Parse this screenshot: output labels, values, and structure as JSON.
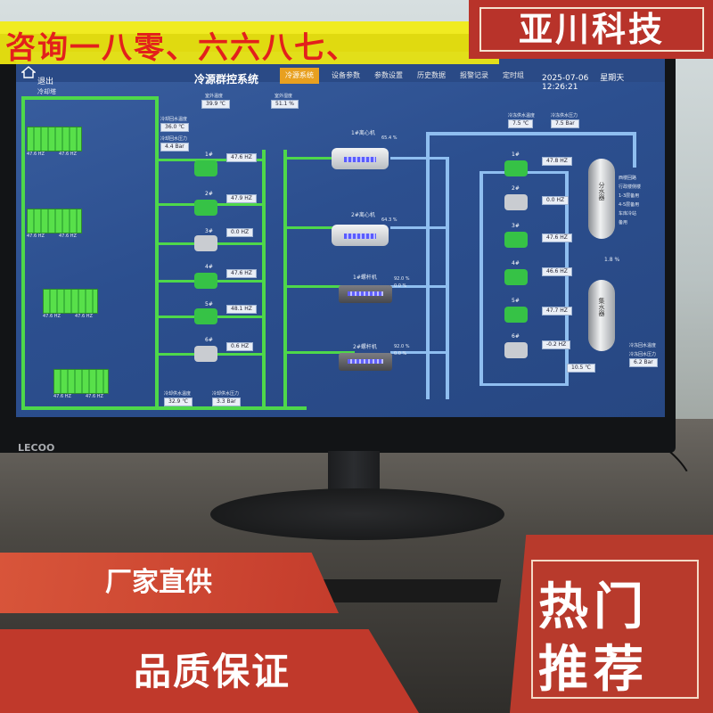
{
  "overlay": {
    "top_banner": "咨询一八零、六六八七、",
    "brand": "亚川科技",
    "badge_factory": "厂家直供",
    "badge_quality": "品质保证",
    "badge_hot_line1": "热门",
    "badge_hot_line2": "推荐"
  },
  "monitor": {
    "logo": "LECOO"
  },
  "ui": {
    "exit_label": "退出",
    "system_title": "冷源群控系统",
    "tabs": [
      "冷源系统",
      "设备参数",
      "参数设置",
      "历史数据",
      "报警记录",
      "定时组"
    ],
    "active_tab": "冷源系统",
    "date": "2025-07-06",
    "weekday": "星期天",
    "time": "12:26:21",
    "tower_label": "冷却塔",
    "top_readings": [
      {
        "label": "室外温度",
        "value": "39.9 ℃"
      },
      {
        "label": "室外湿度",
        "value": "51.1 %"
      }
    ],
    "left_readings": [
      {
        "label": "冷却回水温度",
        "value": "36.0 ℃"
      },
      {
        "label": "冷却回水压力",
        "value": "4.4 Bar"
      }
    ],
    "tower_freqs": [
      "47.6 HZ",
      "47.6 HZ",
      "47.6 HZ",
      "47.6 HZ",
      "47.6 HZ",
      "47.6 HZ",
      "47.6 HZ",
      "47.6 HZ"
    ],
    "cooling_pumps": [
      {
        "name": "1#",
        "freq": "47.6 HZ",
        "on": true
      },
      {
        "name": "2#",
        "freq": "47.9 HZ",
        "on": true
      },
      {
        "name": "3#",
        "freq": "0.0 HZ",
        "on": false
      },
      {
        "name": "4#",
        "freq": "47.6 HZ",
        "on": true
      },
      {
        "name": "5#",
        "freq": "48.1 HZ",
        "on": true
      },
      {
        "name": "6#",
        "freq": "0.6 HZ",
        "on": false
      }
    ],
    "bottom_readings": [
      {
        "label": "冷却供水温度",
        "value": "32.9 ℃"
      },
      {
        "label": "冷却供水压力",
        "value": "3.3 Bar"
      }
    ],
    "chillers": [
      {
        "name": "1#离心机",
        "load": "65.4 %"
      },
      {
        "name": "2#离心机",
        "load": "64.3 %"
      },
      {
        "name": "1#螺杆机",
        "load": "92.0 %",
        "load2": "0.0 %"
      },
      {
        "name": "2#螺杆机",
        "load": "92.0 %",
        "load2": "0.0 %"
      }
    ],
    "chilled_top": [
      {
        "label": "冷冻供水温度",
        "value": "7.5 ℃"
      },
      {
        "label": "冷冻供水压力",
        "value": "7.5 Bar"
      }
    ],
    "chilled_pumps": [
      {
        "name": "1#",
        "freq": "47.8 HZ",
        "on": true
      },
      {
        "name": "2#",
        "freq": "0.0 HZ",
        "on": false
      },
      {
        "name": "3#",
        "freq": "47.6 HZ",
        "on": true
      },
      {
        "name": "4#",
        "freq": "46.6 HZ",
        "on": true
      },
      {
        "name": "5#",
        "freq": "47.7 HZ",
        "on": true
      },
      {
        "name": "6#",
        "freq": "-0.2 HZ",
        "on": false
      }
    ],
    "supply_tank": "分水器",
    "return_tank": "集水器",
    "branches": [
      "西楼回路",
      "行政楼侧楼",
      "1-3层备用",
      "4-5层备用",
      "车库冷站",
      "备用"
    ],
    "bypass_value": "1.8 %",
    "chilled_bottom": [
      {
        "label": "冷冻回水温度",
        "value": "10.5 ℃"
      },
      {
        "label": "冷冻回水压力",
        "value": "6.2 Bar"
      }
    ]
  },
  "colors": {
    "pipe_green": "#4ed84a",
    "pipe_blue": "#8fbef0",
    "tab_active": "#e8a020",
    "brand_red": "#b8332a",
    "banner_yellow": "#f2ec10"
  }
}
